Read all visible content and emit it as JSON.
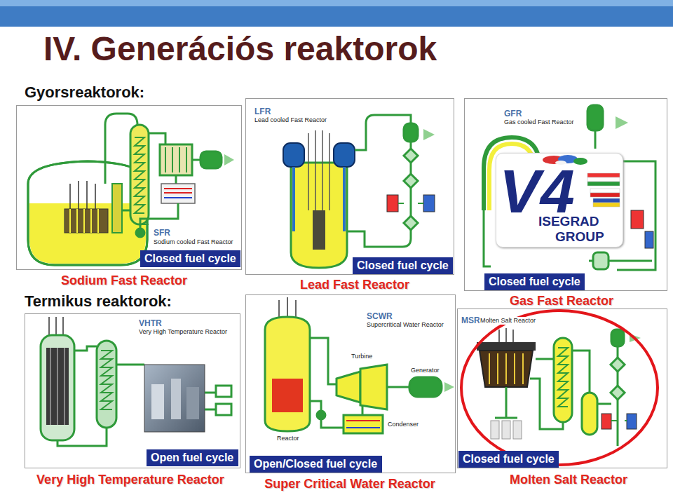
{
  "diagram": {
    "title": "IV. Generációs reaktorok",
    "nodes": [
      {
        "text": [
          "Sodium Fast Reactor"
        ]
      },
      {
        "text": [
          "Closed fuel cycle"
        ],
        "in": 0
      },
      {
        "text": [
          "Lead Fast Reactor"
        ]
      },
      {
        "text": [
          "Closed fuel cycle"
        ],
        "in": 2
      },
      {
        "text": [
          "Gas Fast Reactor"
        ]
      },
      {
        "text": [
          "V4",
          "ISEGRAD",
          "GROUP"
        ],
        "in": 4
      },
      {
        "text": [
          "Closed fuel cycle"
        ],
        "in": 4
      },
      {
        "text": [
          "Very High Temperature Reactor"
        ]
      },
      {
        "text": [
          "Open fuel cycle"
        ],
        "in": 7
      },
      {
        "text": [
          "Super Critical Water Reactor"
        ]
      },
      {
        "text": [
          "Open/Closed fuel cycle"
        ],
        "in": 9
      },
      {
        "text": [
          "Molten Salt Reactor"
        ]
      },
      {
        "text": [
          "Closed fuel cycle"
        ],
        "in": 11
      }
    ],
    "labels": [
      "Gyorsreaktorok:",
      "SFR",
      "Sodium cooled Fast Reactor",
      "LFR",
      "Lead cooled Fast Reactor",
      "GFR",
      "Gas cooled Fast Reactor",
      "Termikus reaktorok:",
      "VHTR",
      "Very High Temperature Reactor",
      "SCWR",
      "Supercritical Water Reactor",
      "Turbine",
      "Generator",
      "Condenser",
      "Reactor",
      "MSR",
      "Molten Salt Reactor"
    ]
  }
}
